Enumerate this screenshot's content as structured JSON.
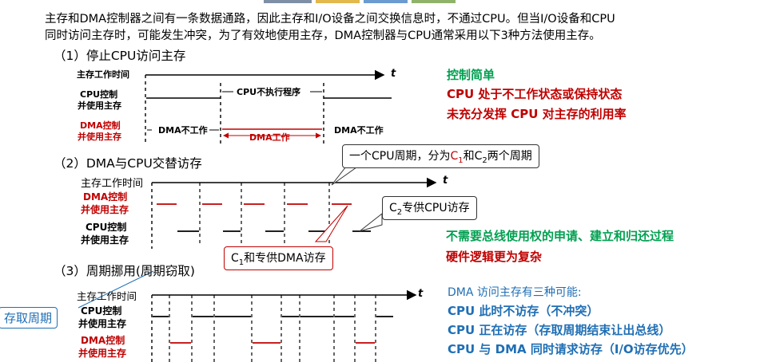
{
  "intro": {
    "line1": "主存和DMA控制器之间有一条数据通路，因此主存和I/O设备之间交换信息时，不通过CPU。但当I/O设备和CPU",
    "line2": "同时访问主存时，可能发生冲突，为了有效地使用主存，DMA控制器与CPU通常采用以下3种方法使用主存。"
  },
  "section1": {
    "title": "（1）停止CPU访问主存",
    "row_main": "主存工作时间",
    "row_cpu": [
      "CPU控制",
      "并使用主存"
    ],
    "row_dma": [
      "DMA控制",
      "并使用主存"
    ],
    "cpu_not_exec": "CPU不执行程序",
    "dma_idle_left": "DMA不工作",
    "dma_work": "DMA工作",
    "dma_idle_right": "DMA不工作",
    "axis_t": "t",
    "notes": [
      "控制简单",
      "CPU 处于不工作状态或保持状态",
      "未充分发挥 CPU 对主存的利用率"
    ]
  },
  "section2": {
    "title": "（2）DMA与CPU交替访存",
    "row_main": "主存工作时间",
    "row_dma": [
      "DMA控制",
      "并使用主存"
    ],
    "row_cpu": [
      "CPU控制",
      "并使用主存"
    ],
    "axis_t": "t",
    "callout_cycle": {
      "pre": "一个CPU周期，分为",
      "c1": "C",
      "s1": "1",
      "mid": "和",
      "c2": "C",
      "s2": "2",
      "post": "两个周期"
    },
    "callout_c2": {
      "c": "C",
      "s": "2",
      "post": "专供CPU访存"
    },
    "callout_c1": {
      "c": "C",
      "s": "1",
      "post": "和专供DMA访存"
    },
    "notes": [
      "不需要总线使用权的申请、建立和归还过程",
      "硬件逻辑更为复杂"
    ]
  },
  "section3": {
    "title": "（3）周期挪用(周期窃取)",
    "row_main": "主存工作时间",
    "row_cpu": [
      "CPU控制",
      "并使用主存"
    ],
    "row_dma": [
      "DMA控制",
      "并使用主存"
    ],
    "axis_t": "t",
    "callout_steal": "存取周期",
    "notes": [
      "DMA 访问主存有三种可能:",
      "CPU 此时不访存（不冲突）",
      "CPU 正在访存（存取周期结束让出总线）",
      "CPU 与 DMA 同时请求访存（I/O访存优先）"
    ]
  },
  "colors": {
    "green": "#00a050",
    "red": "#c00000",
    "blue": "#1f6fb5"
  }
}
